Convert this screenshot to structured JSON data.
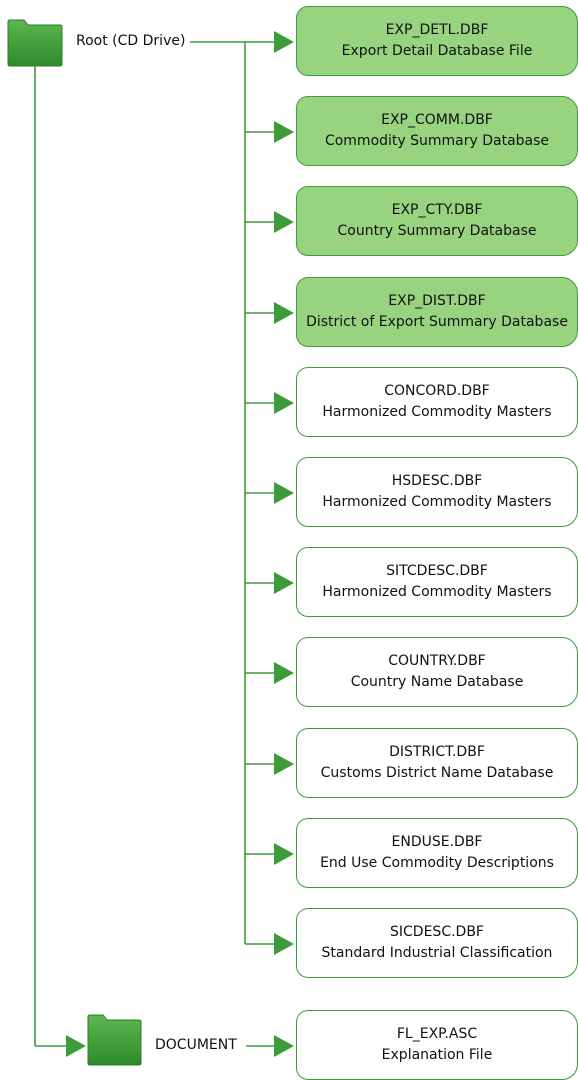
{
  "root": {
    "label": "Root (CD Drive)",
    "icon": "folder-icon"
  },
  "document": {
    "label": "DOCUMENT",
    "icon": "folder-icon"
  },
  "colors": {
    "line": "#3d9c3a",
    "box_fill_highlight": "#98d480",
    "box_border": "#3d9c3a",
    "folder": "#3a9a36"
  },
  "root_files": [
    {
      "name": "EXP_DETL.DBF",
      "desc": "Export Detail Database File",
      "highlight": true
    },
    {
      "name": "EXP_COMM.DBF",
      "desc": "Commodity Summary Database",
      "highlight": true
    },
    {
      "name": "EXP_CTY.DBF",
      "desc": "Country Summary Database",
      "highlight": true
    },
    {
      "name": "EXP_DIST.DBF",
      "desc": "District of Export Summary Database",
      "highlight": true
    },
    {
      "name": "CONCORD.DBF",
      "desc": "Harmonized Commodity Masters",
      "highlight": false
    },
    {
      "name": "HSDESC.DBF",
      "desc": "Harmonized Commodity Masters",
      "highlight": false
    },
    {
      "name": "SITCDESC.DBF",
      "desc": "Harmonized Commodity Masters",
      "highlight": false
    },
    {
      "name": "COUNTRY.DBF",
      "desc": "Country Name Database",
      "highlight": false
    },
    {
      "name": "DISTRICT.DBF",
      "desc": "Customs District Name Database",
      "highlight": false
    },
    {
      "name": "ENDUSE.DBF",
      "desc": "End Use Commodity Descriptions",
      "highlight": false
    },
    {
      "name": "SICDESC.DBF",
      "desc": "Standard Industrial Classification",
      "highlight": false
    }
  ],
  "document_files": [
    {
      "name": "FL_EXP.ASC",
      "desc": "Explanation File",
      "highlight": false
    }
  ]
}
